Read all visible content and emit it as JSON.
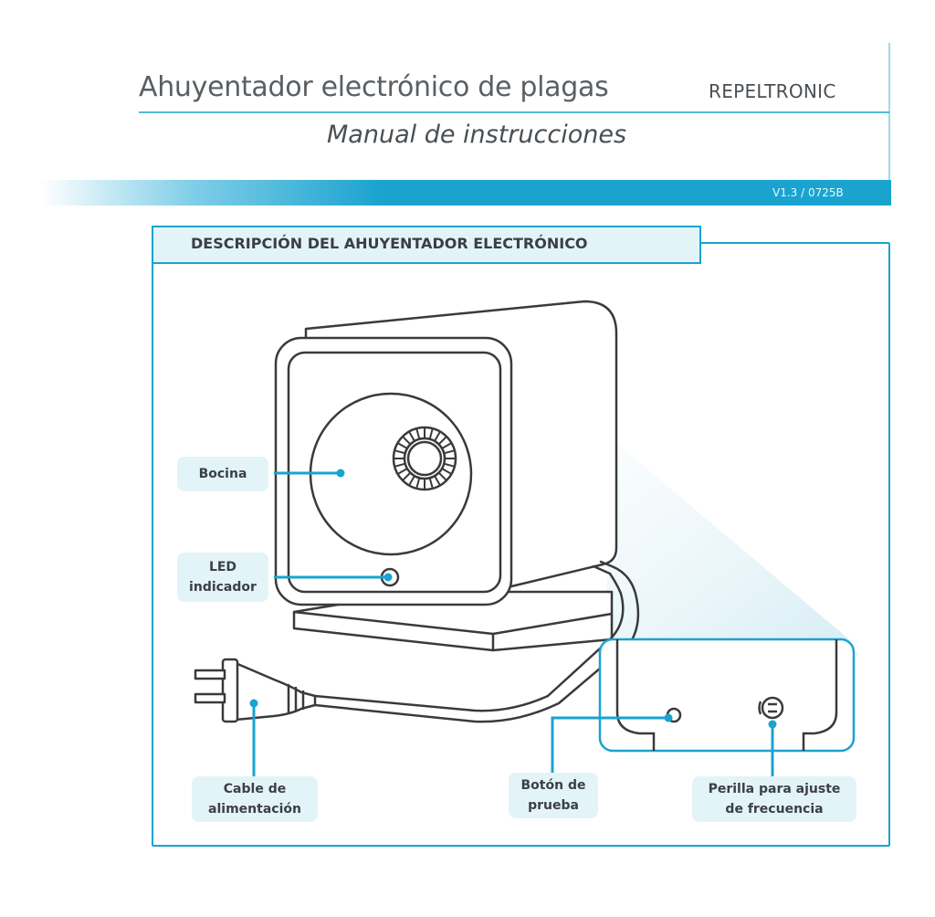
{
  "header": {
    "title": "Ahuyentador electrónico de plagas",
    "brand": "REPELTRONIC",
    "subtitle": "Manual de instrucciones",
    "version": "V1.3 / 0725B"
  },
  "section": {
    "title": "DESCRIPCIÓN DEL AHUYENTADOR ELECTRÓNICO"
  },
  "callouts": {
    "bocina": "Bocina",
    "led_line1": "LED",
    "led_line2": "indicador",
    "cable_line1": "Cable de",
    "cable_line2": "alimentación",
    "boton_line1": "Botón de",
    "boton_line2": "prueba",
    "perilla_line1": "Perilla para ajuste",
    "perilla_line2": "de frecuencia"
  },
  "colors": {
    "accent": "#1aa3cf",
    "callout_bg": "#e3f4f8",
    "text": "#3b4045",
    "line_art": "#3a3a3a"
  }
}
